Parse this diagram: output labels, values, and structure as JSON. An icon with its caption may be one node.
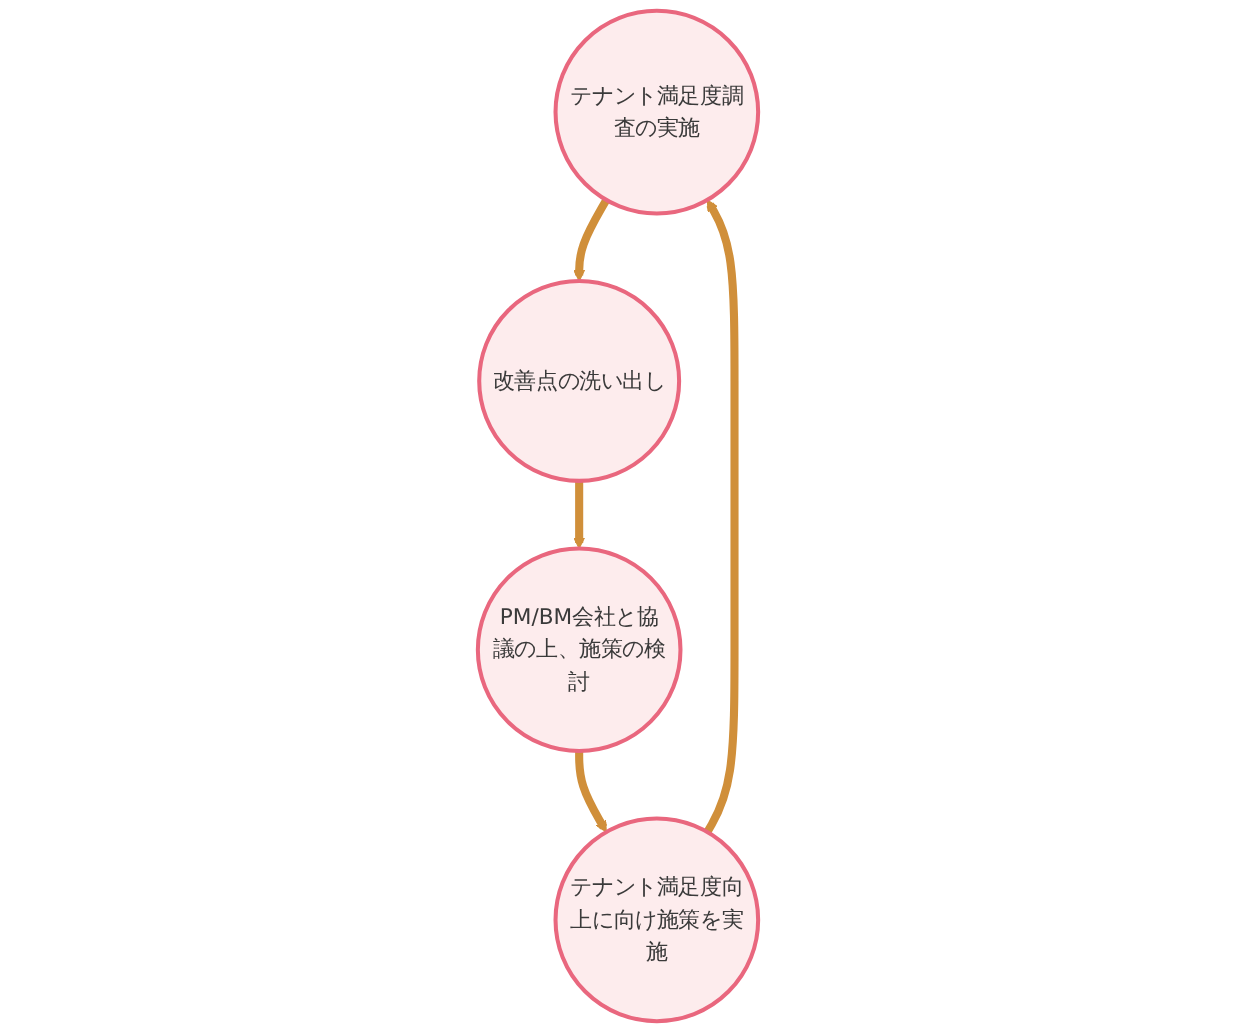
{
  "diagram": {
    "nodes": [
      {
        "text": [
          "テナント満足度調査の実施"
        ]
      },
      {
        "text": [
          "テナント満足度向上に向け施策を実施"
        ]
      },
      {
        "text": [
          "改善点の洗い出し"
        ]
      },
      {
        "text": [
          "PM/BM会社と協議の上、施策の検討"
        ]
      }
    ],
    "edges": [
      {
        "from": 0,
        "to": 2,
        "arrow": "to"
      },
      {
        "from": 2,
        "to": 3,
        "arrow": "to"
      },
      {
        "from": 3,
        "to": 1,
        "arrow": "to"
      },
      {
        "from": 1,
        "to": 0,
        "arrow": "to"
      }
    ]
  }
}
